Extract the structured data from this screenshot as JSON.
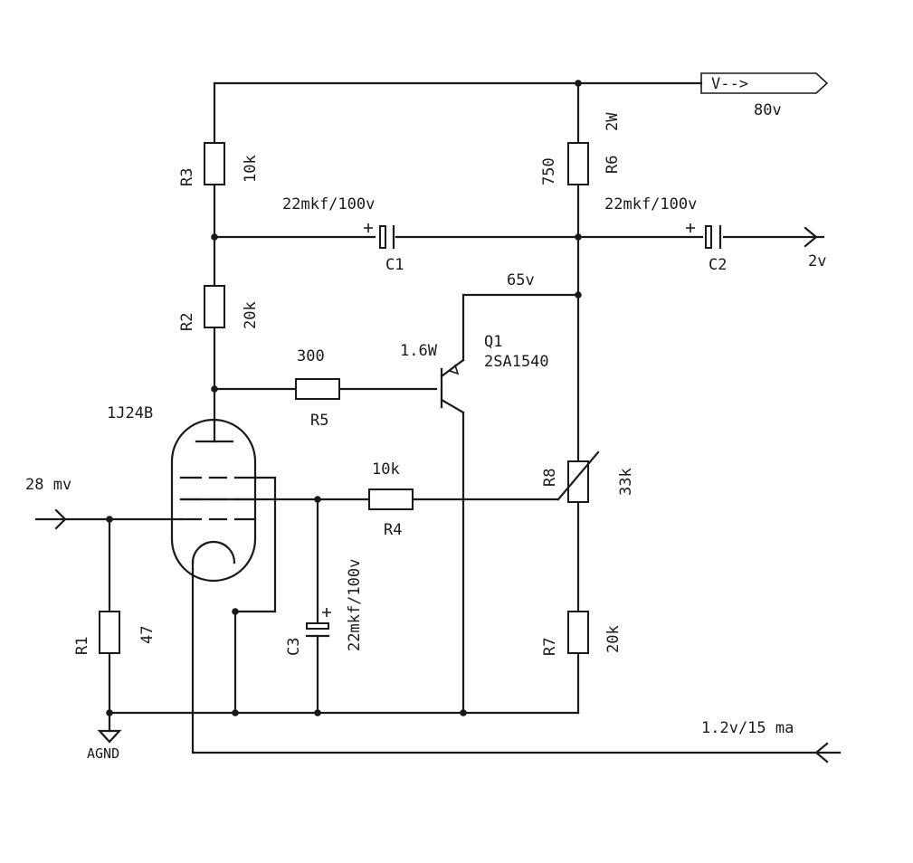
{
  "tube": {
    "label": "1J24B"
  },
  "inputs": {
    "signal": "28 mv",
    "ground": "AGND"
  },
  "supply": {
    "flag": "V-->",
    "voltage": "80v"
  },
  "filament": {
    "label": "1.2v/15 ma"
  },
  "output": {
    "label": "2v"
  },
  "node": {
    "collector_voltage": "65v"
  },
  "transistor": {
    "ref": "Q1",
    "part": "2SA1540",
    "power": "1.6W"
  },
  "components": {
    "R1": {
      "ref": "R1",
      "value": "47"
    },
    "R2": {
      "ref": "R2",
      "value": "20k"
    },
    "R3": {
      "ref": "R3",
      "value": "10k"
    },
    "R4": {
      "ref": "R4",
      "value": "10k"
    },
    "R5": {
      "ref": "R5",
      "value": "300"
    },
    "R6": {
      "ref": "R6",
      "value": "750",
      "rating": "2W"
    },
    "R7": {
      "ref": "R7",
      "value": "20k"
    },
    "R8": {
      "ref": "R8",
      "value": "33k"
    },
    "C1": {
      "ref": "C1",
      "value": "22mkf/100v"
    },
    "C2": {
      "ref": "C2",
      "value": "22mkf/100v"
    },
    "C3": {
      "ref": "C3",
      "value": "22mkf/100v"
    }
  }
}
